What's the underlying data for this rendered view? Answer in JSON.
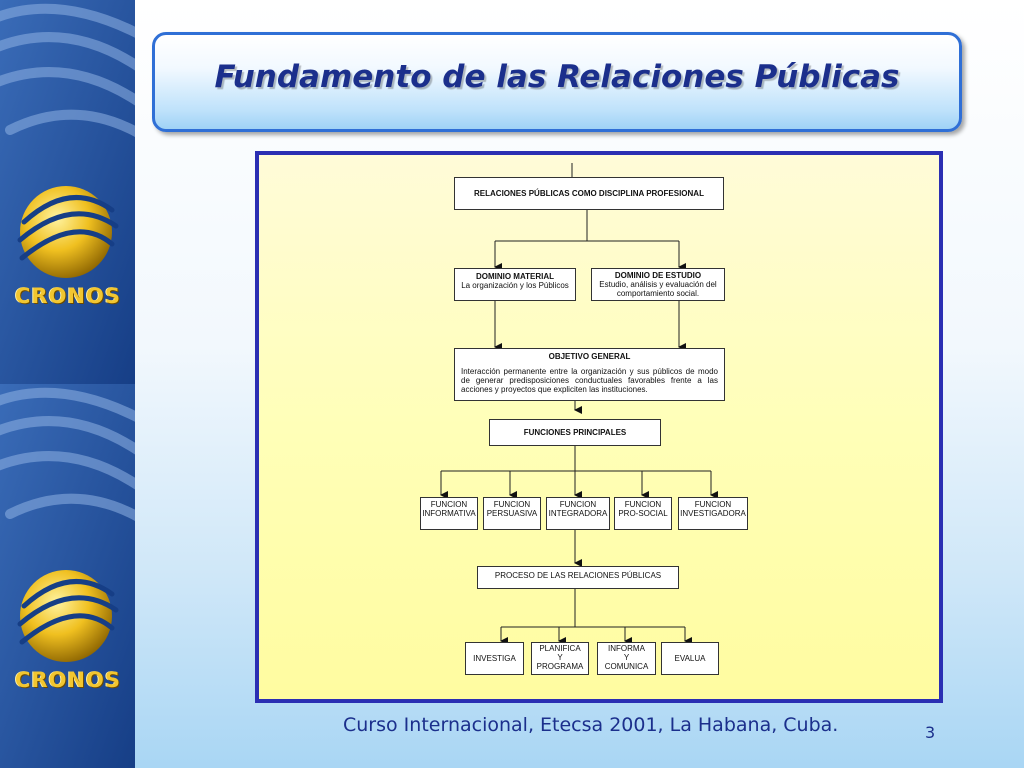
{
  "slide": {
    "title": "Fundamento de las Relaciones Públicas",
    "footer": "Curso Internacional, Etecsa 2001, La Habana, Cuba.",
    "page_number": "3"
  },
  "logo": {
    "text": "CRONOS"
  },
  "diagram": {
    "root": "RELACIONES PÚBLICAS COMO DISCIPLINA PROFESIONAL",
    "dominio_material": {
      "title": "DOMINIO MATERIAL",
      "text": "La organización y los Públicos"
    },
    "dominio_estudio": {
      "title": "DOMINIO DE ESTUDIO",
      "text": "Estudio, análisis y evaluación del comportamiento social."
    },
    "objetivo": {
      "title": "OBJETIVO GENERAL",
      "text": "Interacción permanente entre la organización y sus públicos de modo de generar predisposiciones conductuales favorables frente a las acciones y proyectos que expliciten las instituciones."
    },
    "funciones_principales": "FUNCIONES PRINCIPALES",
    "funciones": [
      [
        "FUNCION",
        "INFORMATIVA"
      ],
      [
        "FUNCION",
        "PERSUASIVA"
      ],
      [
        "FUNCION",
        "INTEGRADORA"
      ],
      [
        "FUNCION",
        "PRO-SOCIAL"
      ],
      [
        "FUNCION",
        "INVESTIGADORA"
      ]
    ],
    "proceso": "PROCESO DE LAS RELACIONES PÚBLICAS",
    "pasos": [
      [
        "INVESTIGA"
      ],
      [
        "PLANIFICA",
        "Y",
        "PROGRAMA"
      ],
      [
        "INFORMA",
        "Y",
        "COMUNICA"
      ],
      [
        "EVALUA"
      ]
    ]
  },
  "colors": {
    "title": "#1b2f8c",
    "frame": "#2b2fb3",
    "header_border": "#2f6fd6",
    "logo_gold": "#f2c630",
    "sidebar_blue": "#163e86"
  }
}
